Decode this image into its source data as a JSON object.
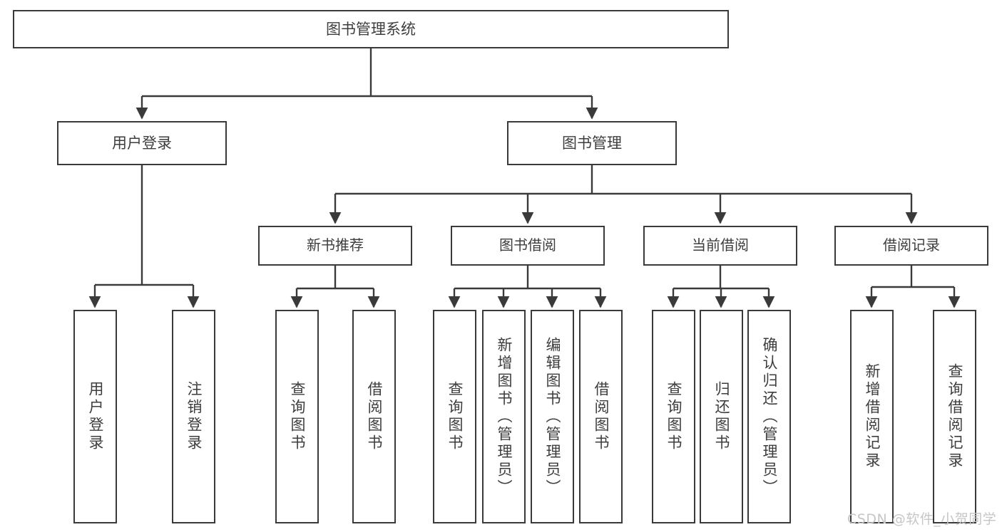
{
  "diagram": {
    "title": "图书管理系统",
    "watermark": "CSDN @软件_小贺同学",
    "stroke_color": "#3a3a3a",
    "text_color": "#3d3d3d",
    "watermark_color": "#c6c6c6",
    "background": "#ffffff"
  },
  "nodes": {
    "root": {
      "label": "图书管理系统"
    },
    "level2": [
      {
        "label": "用户登录"
      },
      {
        "label": "图书管理"
      }
    ],
    "level3": [
      {
        "label": "新书推荐"
      },
      {
        "label": "图书借阅"
      },
      {
        "label": "当前借阅"
      },
      {
        "label": "借阅记录"
      }
    ],
    "leaves": {
      "user_login": [
        {
          "label": "用户登录"
        },
        {
          "label": "注销登录"
        }
      ],
      "new_book": [
        {
          "label": "查询图书"
        },
        {
          "label": "借阅图书"
        }
      ],
      "borrow_book": [
        {
          "label": "查询图书"
        },
        {
          "label": "新增图书（管理员）"
        },
        {
          "label": "编辑图书（管理员）"
        },
        {
          "label": "借阅图书"
        }
      ],
      "current_borrow": [
        {
          "label": "查询图书"
        },
        {
          "label": "归还图书"
        },
        {
          "label": "确认归还（管理员）"
        }
      ],
      "borrow_record": [
        {
          "label": "新增借阅记录"
        },
        {
          "label": "查询借阅记录"
        }
      ]
    }
  }
}
